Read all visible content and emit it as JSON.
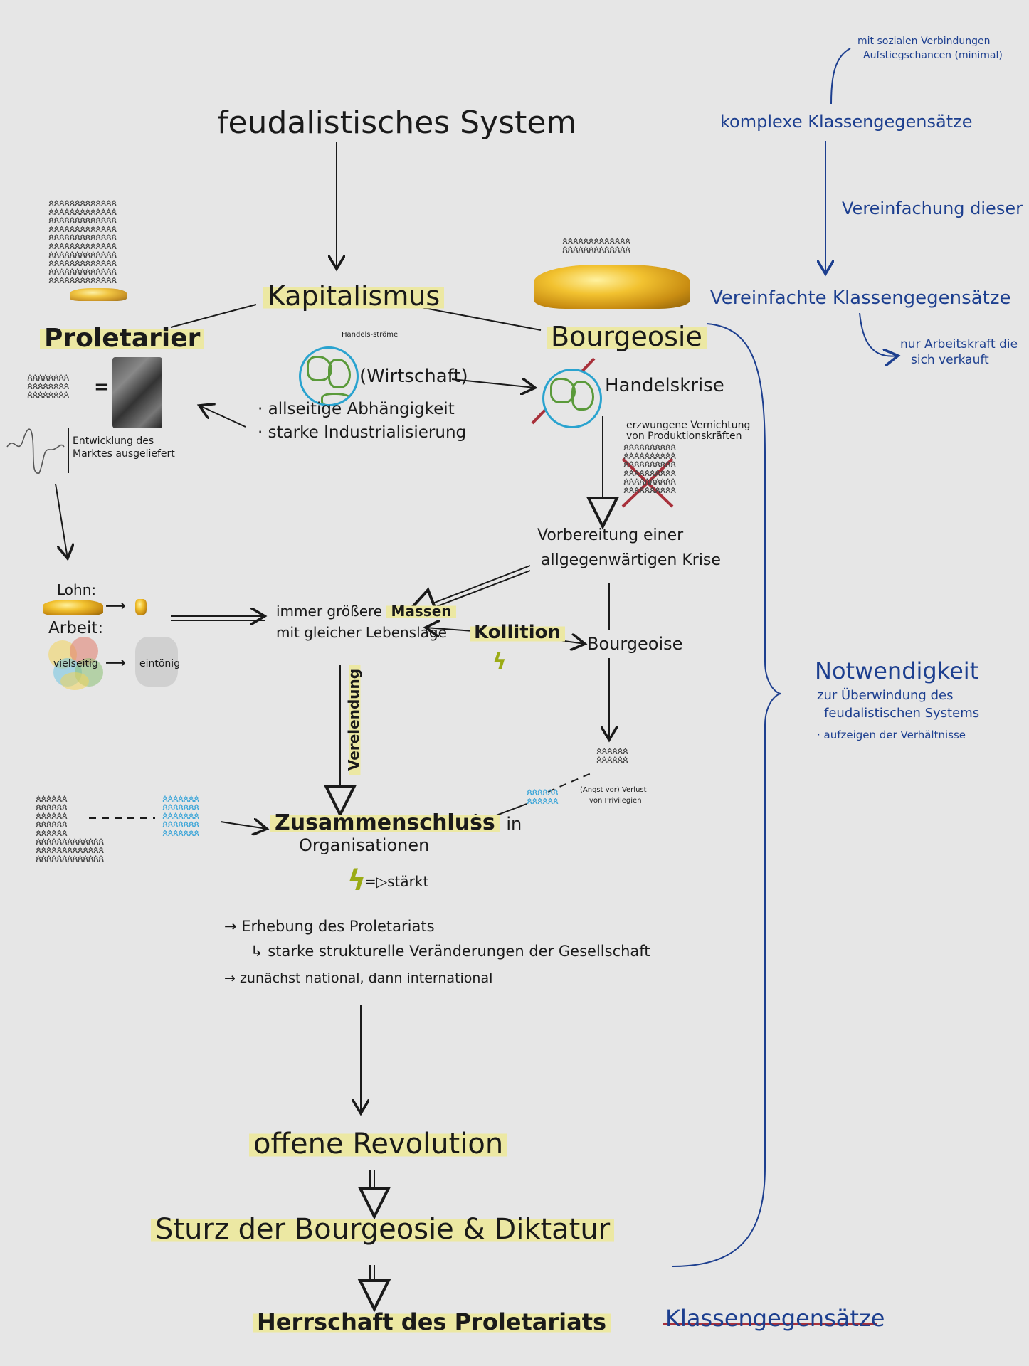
{
  "title": "feudalistisches System",
  "center": {
    "kapitalismus": "Kapitalismus",
    "wirtschaft": "(Wirtschaft)",
    "globe_label": "Handels-ströme",
    "bullets": [
      "· allseitige Abhängigkeit",
      "· starke Industrialisierung"
    ]
  },
  "left": {
    "proletarier": "Proletarier",
    "equals": "=",
    "markt": [
      "Entwicklung des",
      "Marktes ausgeliefert"
    ],
    "lohn": "Lohn:",
    "arbeit": "Arbeit:",
    "vielseitig": "vielseitig",
    "eintoenig": "eintönig"
  },
  "right": {
    "bourgeosie": "Bourgeosie",
    "handelskrise": "Handelskrise",
    "vernichtung": [
      "erzwungene Vernichtung",
      "von Produktionskräften"
    ],
    "vorbereitung": [
      "Vorbereitung einer",
      "allgegenwärtigen Krise"
    ],
    "bourgeoise2": "Bourgeoise",
    "privilegien": [
      "(Angst vor) Verlust",
      "von Privilegien"
    ]
  },
  "middle": {
    "massen_1": "immer größere",
    "massen_hl": "Massen",
    "massen_2": "mit gleicher Lebenslage",
    "kollition": "Kollition",
    "verelendung": "Verelendung",
    "zusammenschluss": "Zusammenschluss",
    "in": "in",
    "organisationen": "Organisationen",
    "staerkt": "=▷stärkt",
    "notes": [
      "→ Erhebung des Proletariats",
      "↳ starke strukturelle Veränderungen der Gesellschaft",
      "→ zunächst national, dann international"
    ]
  },
  "bottom": {
    "revolution_a": "offene",
    "revolution_b": "Revolution",
    "sturz": "Sturz der Bourgeosie & Diktatur",
    "herrschaft": "Herrschaft des Proletariats"
  },
  "side": {
    "note_top": [
      "mit sozialen Verbindungen",
      "Aufstiegschancen (minimal)"
    ],
    "komplexe": "komplexe Klassengegensätze",
    "vereinfachung": "Vereinfachung dieser",
    "vereinfachte": "Vereinfachte Klassengegensätze",
    "arbeitskraft": [
      "nur Arbeitskraft die",
      "sich verkauft"
    ],
    "notwendigkeit": "Notwendigkeit",
    "notw_lines": [
      "zur Überwindung des",
      "feudalistischen Systems",
      "· aufzeigen der Verhältnisse"
    ],
    "struck": "Klassengegensätze"
  },
  "colors": {
    "ink": "#1a1a1a",
    "blue_ink": "#1d3f8f",
    "highlight": "#ece8a3",
    "strike_red": "#a8303a",
    "globe_blue": "#2aa3cf",
    "bolt_green": "#9bab15",
    "people_blue": "#3ea6d8"
  }
}
